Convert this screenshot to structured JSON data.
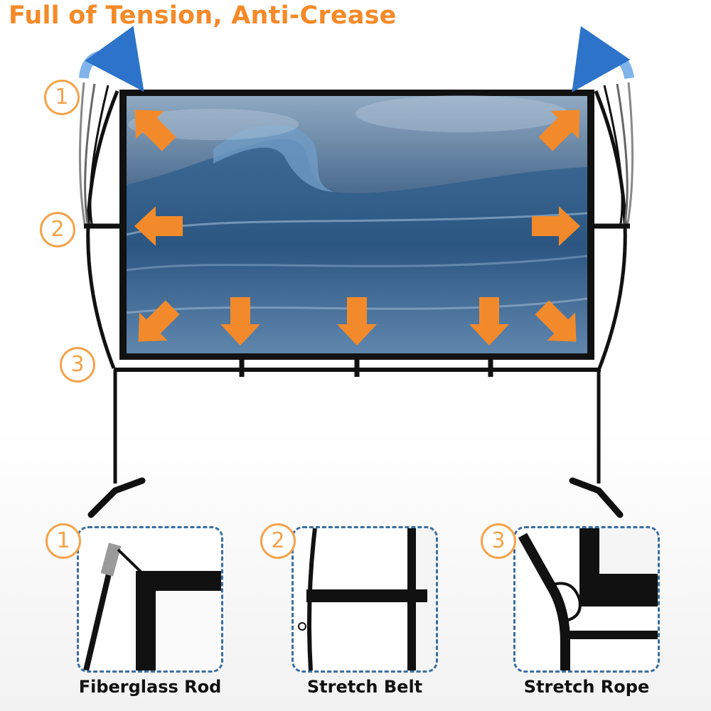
{
  "headline": "Full of Tension, Anti-Crease",
  "accent_color": "#f58a28",
  "callout_numbers": [
    "1",
    "2",
    "3"
  ],
  "details": [
    {
      "number": "1",
      "label": "Fiberglass Rod",
      "icon": "fiberglass-rod-closeup"
    },
    {
      "number": "2",
      "label": "Stretch Belt",
      "icon": "stretch-belt-closeup"
    },
    {
      "number": "3",
      "label": "Stretch Rope",
      "icon": "stretch-rope-closeup"
    }
  ]
}
